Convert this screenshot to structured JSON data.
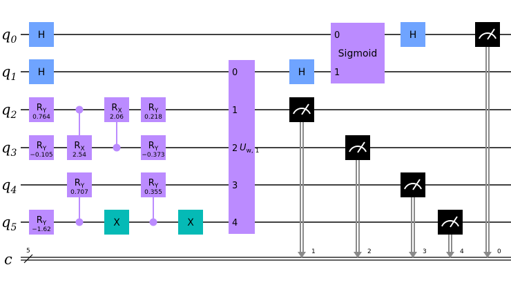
{
  "colors": {
    "hadamard": "#6fa4ff",
    "rotation": "#bb8bff",
    "pauli_x": "#05bab6",
    "multi": "#bb8bff",
    "measure": "#000000",
    "wire": "#000000"
  },
  "qubits": [
    {
      "name": "q",
      "index": "0"
    },
    {
      "name": "q",
      "index": "1"
    },
    {
      "name": "q",
      "index": "2"
    },
    {
      "name": "q",
      "index": "3"
    },
    {
      "name": "q",
      "index": "4"
    },
    {
      "name": "q",
      "index": "5"
    }
  ],
  "classical": {
    "name": "c",
    "width": "5"
  },
  "gates": [
    {
      "type": "single",
      "label": "H",
      "qubit": 0,
      "col": 0,
      "color": "hadamard"
    },
    {
      "type": "single",
      "label": "H",
      "qubit": 1,
      "col": 0,
      "color": "hadamard"
    },
    {
      "type": "rot",
      "base": "R",
      "sub": "Y",
      "param": "0.764",
      "qubit": 2,
      "col": 0
    },
    {
      "type": "rot",
      "base": "R",
      "sub": "Y",
      "param": "−0.105",
      "qubit": 3,
      "col": 0
    },
    {
      "type": "rot",
      "base": "R",
      "sub": "Y",
      "param": "−1.62",
      "qubit": 5,
      "col": 0
    },
    {
      "type": "ctrl-rot",
      "base": "R",
      "sub": "X",
      "param": "2.54",
      "control": 2,
      "target": 3,
      "col": 1
    },
    {
      "type": "ctrl-rot",
      "base": "R",
      "sub": "Y",
      "param": "0.707",
      "control": 5,
      "target": 4,
      "col": 1
    },
    {
      "type": "ctrl-rot",
      "base": "R",
      "sub": "X",
      "param": "2.06",
      "control": 3,
      "target": 2,
      "col": 2
    },
    {
      "type": "single",
      "label": "X",
      "qubit": 5,
      "col": 2,
      "color": "pauli_x"
    },
    {
      "type": "rot",
      "base": "R",
      "sub": "Y",
      "param": "0.218",
      "qubit": 2,
      "col": 3
    },
    {
      "type": "rot",
      "base": "R",
      "sub": "Y",
      "param": "−0.373",
      "qubit": 3,
      "col": 3
    },
    {
      "type": "ctrl-rot",
      "base": "R",
      "sub": "Y",
      "param": "0.355",
      "control": 5,
      "target": 4,
      "col": 3
    },
    {
      "type": "single",
      "label": "X",
      "qubit": 5,
      "col": 4,
      "color": "pauli_x"
    },
    {
      "type": "multi",
      "label": "U",
      "sub": "w, 1",
      "qubits": [
        1,
        2,
        3,
        4,
        5
      ],
      "port_labels": [
        "0",
        "1",
        "2",
        "3",
        "4"
      ],
      "col": 5
    },
    {
      "type": "single",
      "label": "H",
      "qubit": 1,
      "col": 6,
      "color": "hadamard"
    },
    {
      "type": "measure",
      "qubit": 2,
      "cbit": "1",
      "col": 6
    },
    {
      "type": "multi",
      "label": "Sigmoid",
      "sub": "",
      "qubits": [
        0,
        1
      ],
      "port_labels": [
        "0",
        "1"
      ],
      "col": 7
    },
    {
      "type": "measure",
      "qubit": 3,
      "cbit": "2",
      "col": 7
    },
    {
      "type": "single",
      "label": "H",
      "qubit": 0,
      "col": 8,
      "color": "hadamard"
    },
    {
      "type": "measure",
      "qubit": 4,
      "cbit": "3",
      "col": 8
    },
    {
      "type": "measure",
      "qubit": 5,
      "cbit": "4",
      "col": 9
    },
    {
      "type": "measure",
      "qubit": 0,
      "cbit": "0",
      "col": 10
    }
  ]
}
